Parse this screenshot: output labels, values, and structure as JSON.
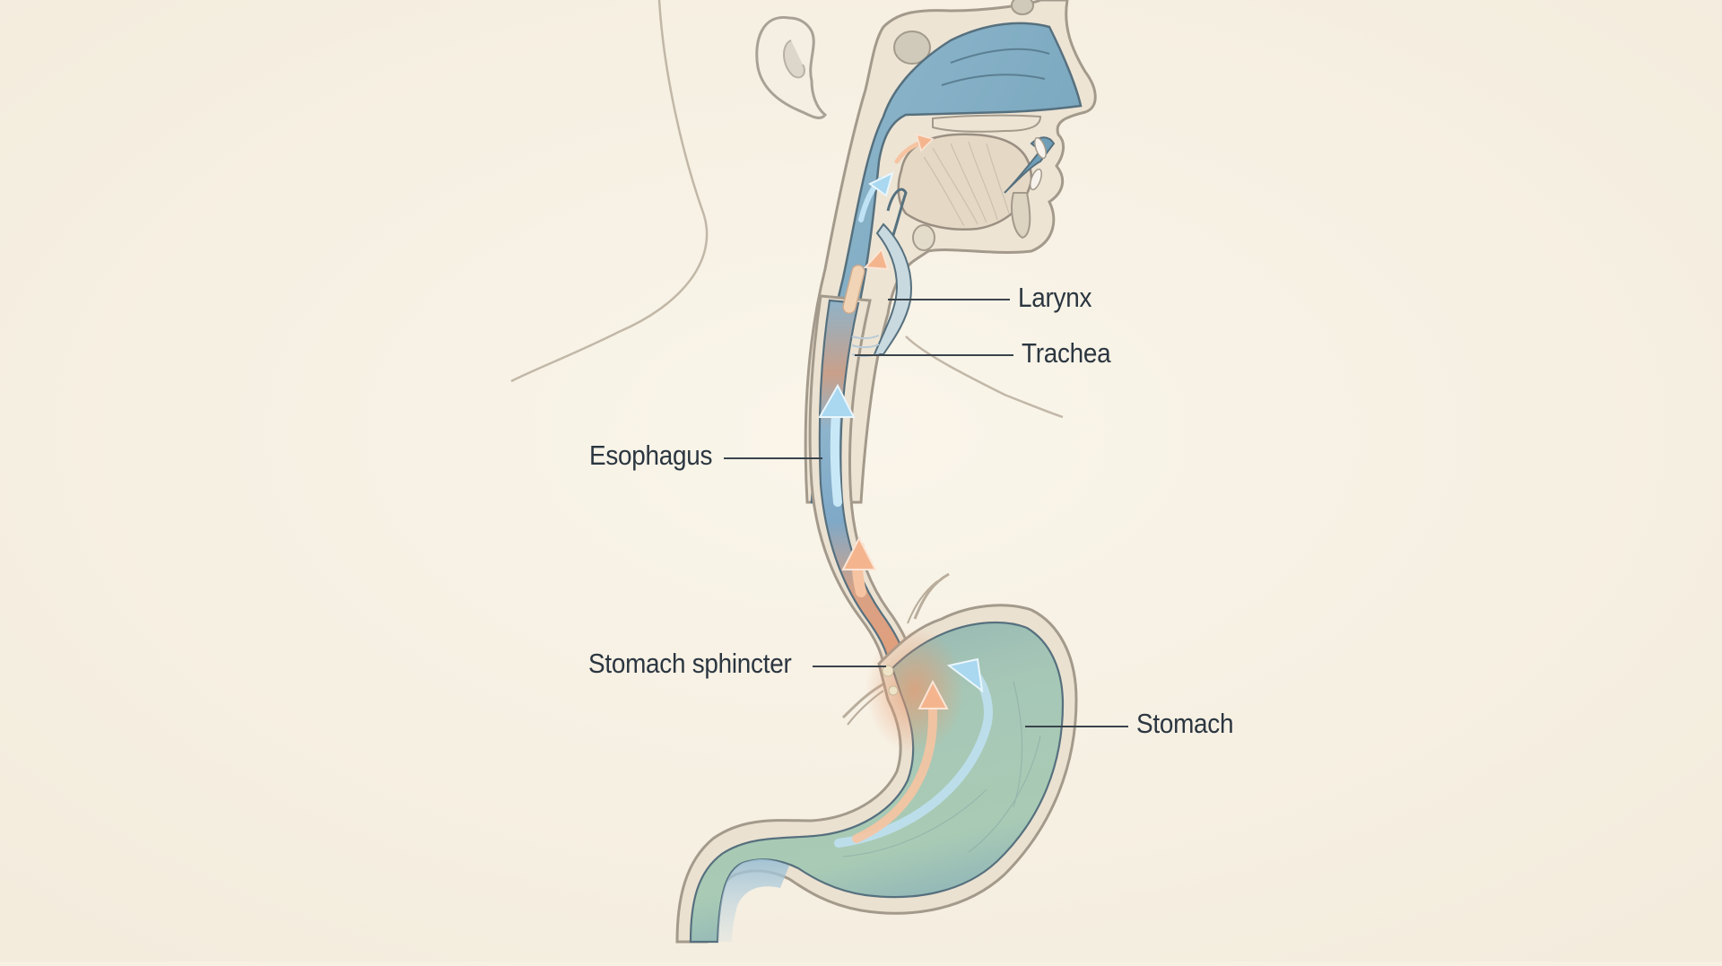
{
  "diagram": {
    "type": "anatomical-illustration",
    "subject": "Acid reflux pathway from stomach up through esophagus to throat",
    "colors": {
      "background": "#f7f1e4",
      "airway_blue": "#7fa9c1",
      "acid_orange": "#e8a07a",
      "stomach_green": "#a9c8b4",
      "tissue_beige": "#e6dccb",
      "outline": "#9a8f82",
      "label_text": "#2b3640",
      "leader_line": "#3a444c",
      "arrow_blue": "#a9d8f0",
      "arrow_orange": "#f4b58e"
    },
    "labels": [
      {
        "id": "larynx",
        "text": "Larynx"
      },
      {
        "id": "trachea",
        "text": "Trachea"
      },
      {
        "id": "esophagus",
        "text": "Esophagus"
      },
      {
        "id": "stomach-sphincter",
        "text": "Stomach sphincter"
      },
      {
        "id": "stomach",
        "text": "Stomach"
      }
    ],
    "icons": {
      "ear": "ear-icon",
      "arrow_up": "arrow-up-icon"
    }
  }
}
